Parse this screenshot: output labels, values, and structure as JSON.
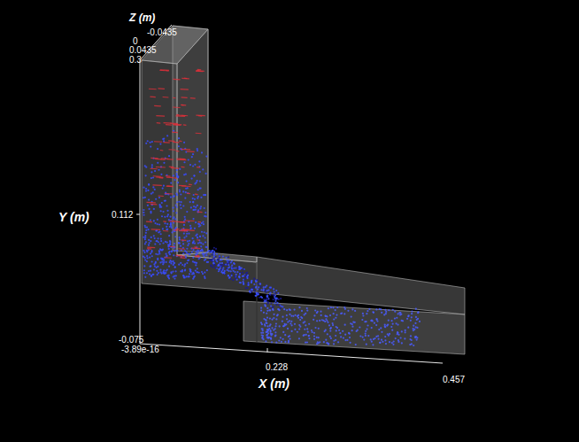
{
  "diagram": {
    "labels": [
      "Z (m)",
      "-0.0435",
      "0",
      "0.0435",
      "0.3",
      "Y (m)",
      "0.112",
      "-0.075",
      "-3.89e-16",
      "0.228",
      "X (m)",
      "0.457"
    ]
  }
}
